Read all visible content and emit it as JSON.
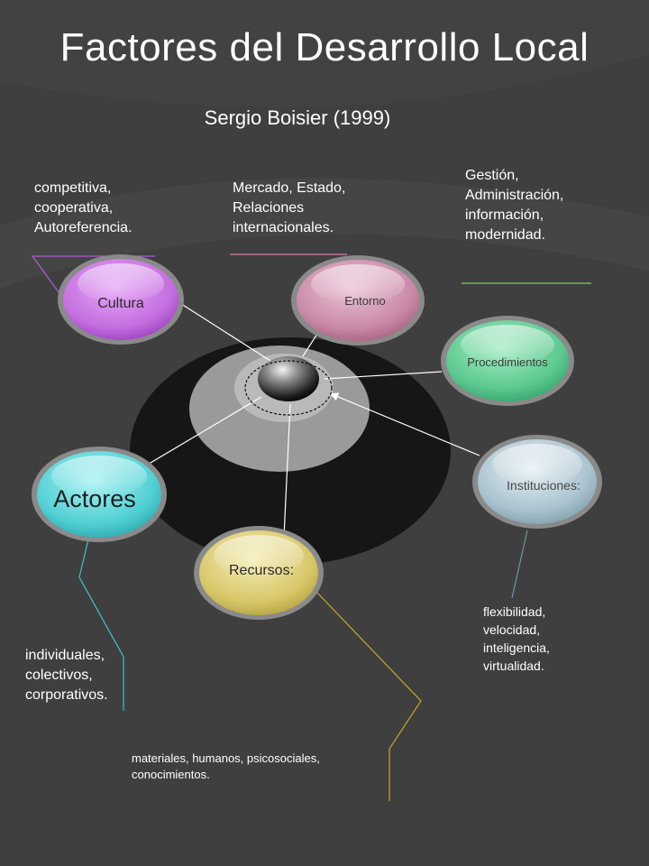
{
  "title": "Factores del Desarrollo Local",
  "subtitle": "Sergio Boisier (1999)",
  "colors": {
    "background": "#3f3f3f",
    "cultura": "#c46fe0",
    "entorno": "#c98aa8",
    "procedimientos": "#5cc98f",
    "instituciones": "#a9c3cf",
    "actores": "#52d0d4",
    "recursos": "#d8c86a"
  },
  "nodes": {
    "cultura": "Cultura",
    "entorno": "Entorno",
    "procedimientos": "Procedimientos",
    "instituciones": "Instituciones:",
    "actores": "Actores",
    "recursos": "Recursos:"
  },
  "notes": {
    "cultura": "competitiva,\ncooperativa,\nAutoreferencia.",
    "entorno": "Mercado, Estado,\nRelaciones\ninternacionales.",
    "procedimientos": "Gestión,\nAdministración,\ninformación,\nmodernidad.",
    "instituciones": "flexibilidad,\nvelocidad,\ninteligencia,\nvirtualidad.",
    "actores": "individuales,\ncolectivos,\ncorporativos.",
    "recursos": "materiales, humanos, psicosociales,\nconocimientos."
  }
}
